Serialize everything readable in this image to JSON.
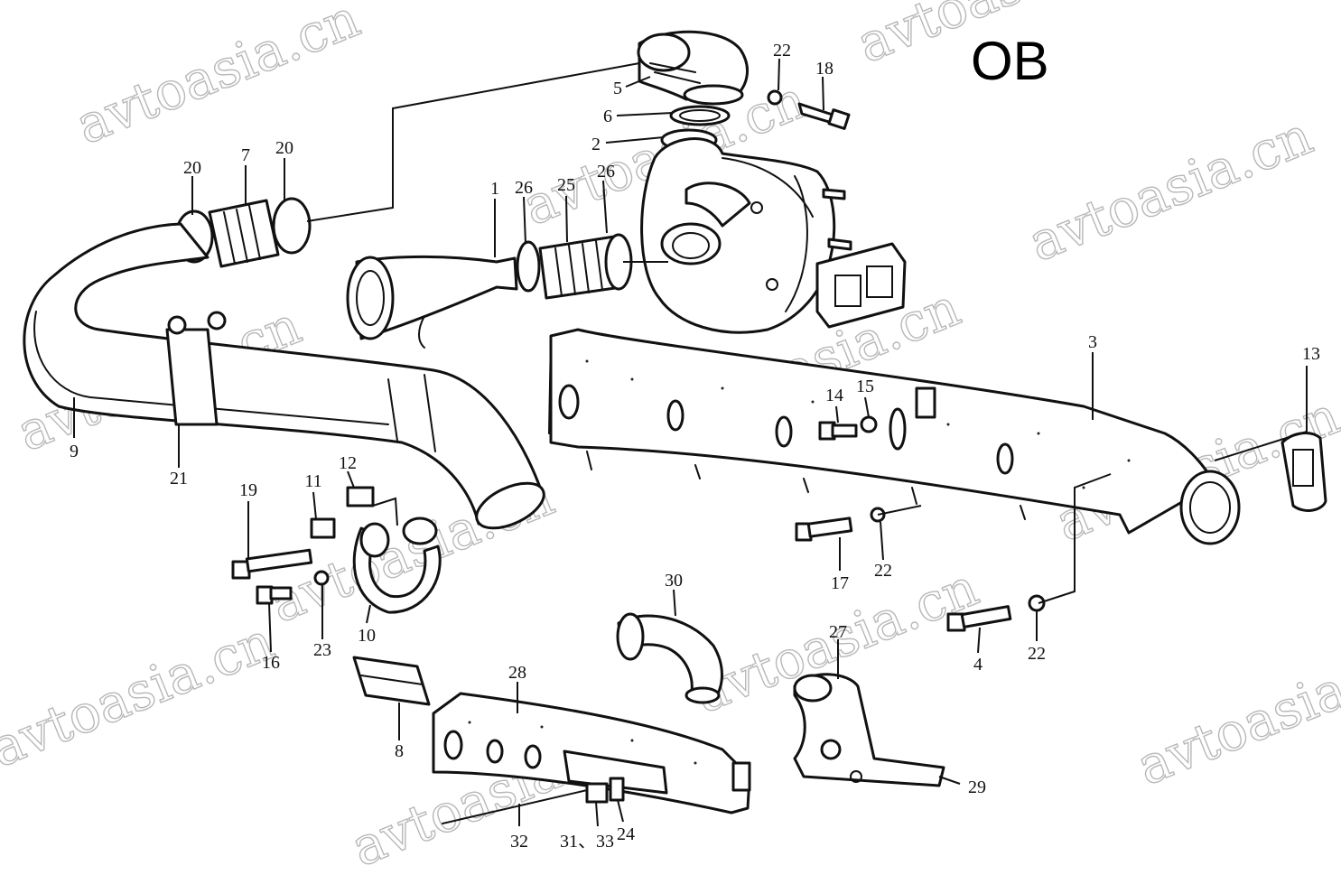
{
  "sheet_code": "OB",
  "watermark_text": "avtoasia.cn",
  "callouts": {
    "c1": "1",
    "c2": "2",
    "c3": "3",
    "c4": "4",
    "c5": "5",
    "c6": "6",
    "c7": "7",
    "c8": "8",
    "c9": "9",
    "c10": "10",
    "c11": "11",
    "c12": "12",
    "c13": "13",
    "c14": "14",
    "c15": "15",
    "c16": "16",
    "c17": "17",
    "c18": "18",
    "c19": "19",
    "c20a": "20",
    "c20b": "20",
    "c21": "21",
    "c22a": "22",
    "c22b": "22",
    "c22c": "22",
    "c23": "23",
    "c24": "24",
    "c25": "25",
    "c26a": "26",
    "c26b": "26",
    "c27": "27",
    "c28": "28",
    "c29": "29",
    "c30": "30",
    "c31_33": "31、33",
    "c32": "32"
  }
}
